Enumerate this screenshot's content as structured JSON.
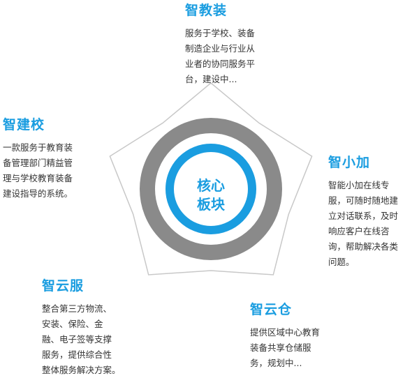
{
  "colors": {
    "accent": "#1a9de0",
    "ring_gray": "#8a8a8a",
    "outline": "#c8c8c8",
    "text": "#333333"
  },
  "center": {
    "label": "核心\n板块"
  },
  "blocks": {
    "top": {
      "title": "智教装",
      "text": "服务于学校、装备\n制造企业与行业从\n业者的协同服务平\n台，建设中..."
    },
    "left": {
      "title": "智建校",
      "text": "一款服务于教育装\n备管理部门精益管\n理与学校教育装备\n建设指导的系统。"
    },
    "right": {
      "title": "智小加",
      "text": "智能小加在线专\n服，可随时随地建\n立对话联系，及时\n响应客户在线咨\n询，帮助解决各类\n问题。"
    },
    "bottom_left": {
      "title": "智云服",
      "text": "整合第三方物流、\n安装、保险、金\n融、电子签等支撑\n服务，提供综合性\n整体服务解决方案。"
    },
    "bottom_right": {
      "title": "智云仓",
      "text": "提供区域中心教育\n装备共享仓储服\n务，规划中..."
    }
  }
}
